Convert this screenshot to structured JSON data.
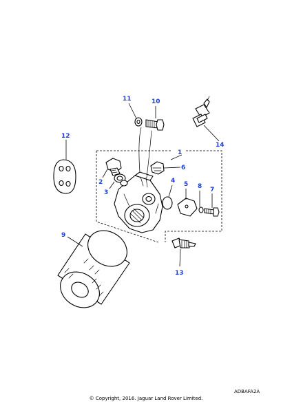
{
  "callouts": {
    "c1": "1",
    "c2": "2",
    "c3": "3",
    "c4": "4",
    "c5": "5",
    "c6": "6",
    "c7": "7",
    "c8": "8",
    "c9": "9",
    "c10": "10",
    "c11": "11",
    "c12": "12",
    "c13": "13",
    "c14": "14"
  },
  "footer": {
    "reference": "ADBAFA2A",
    "copyright": "© Copyright, 2016. Jaguar Land Rover Limited."
  },
  "colors": {
    "callout": "#1f3fd6",
    "line": "#000000"
  }
}
